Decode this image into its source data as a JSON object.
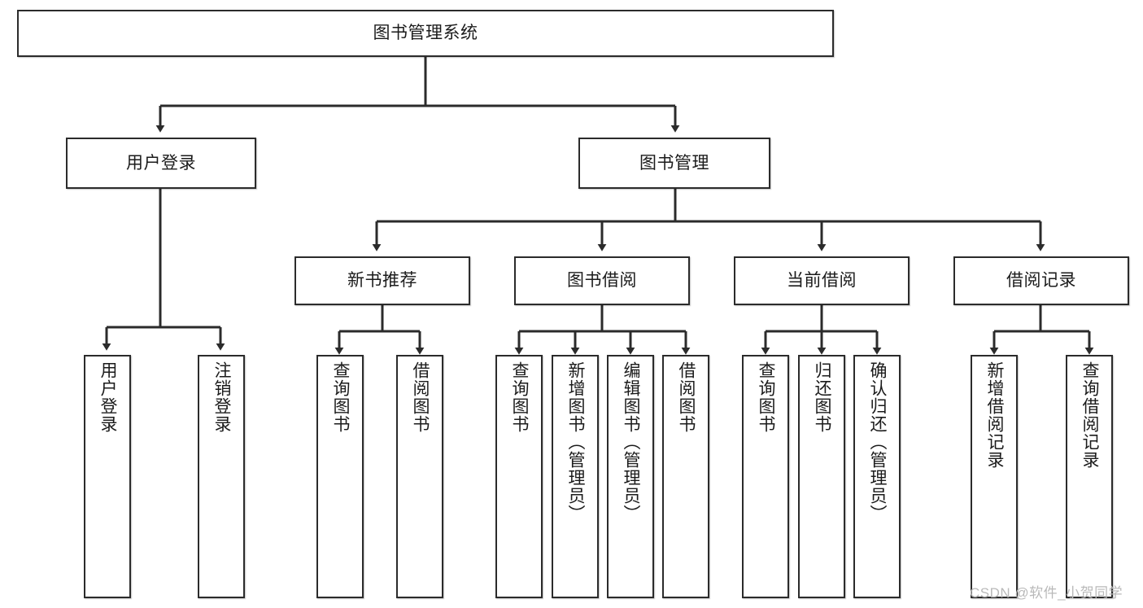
{
  "diagram": {
    "type": "tree-hierarchy",
    "title": "图书管理系统",
    "watermark": "CSDN @软件_小贺同学",
    "colors": {
      "box_border": "#2b2b2b",
      "box_fill": "#ffffff",
      "connector": "#2b2b2b",
      "text": "#1b1b1b",
      "watermark": "#b9b9b9"
    },
    "root": {
      "label": "图书管理系统",
      "level": 0
    },
    "level2": [
      {
        "label": "用户登录"
      },
      {
        "label": "图书管理"
      }
    ],
    "level3": [
      {
        "label": "新书推荐",
        "parent": "图书管理"
      },
      {
        "label": "图书借阅",
        "parent": "图书管理"
      },
      {
        "label": "当前借阅",
        "parent": "图书管理"
      },
      {
        "label": "借阅记录",
        "parent": "图书管理"
      }
    ],
    "leaves": {
      "user_login": [
        {
          "label": "用户登录"
        },
        {
          "label": "注销登录"
        }
      ],
      "new_book_recommend": [
        {
          "label": "查询图书"
        },
        {
          "label": "借阅图书"
        }
      ],
      "book_borrow": [
        {
          "label": "查询图书"
        },
        {
          "label": "新增图书（管理员）"
        },
        {
          "label": "编辑图书（管理员）"
        },
        {
          "label": "借阅图书"
        }
      ],
      "current_borrow": [
        {
          "label": "查询图书"
        },
        {
          "label": "归还图书"
        },
        {
          "label": "确认归还（管理员）"
        }
      ],
      "borrow_record": [
        {
          "label": "新增借阅记录"
        },
        {
          "label": "查询借阅记录"
        }
      ]
    }
  }
}
